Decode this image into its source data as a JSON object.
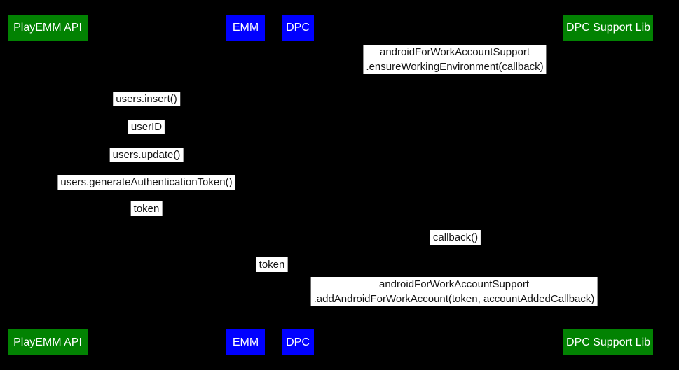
{
  "diagram": {
    "type": "sequence",
    "background_color": "#000000",
    "message_label_bg": "#ffffff",
    "message_text_color": "#141414",
    "actor_text_color": "#ffffff",
    "actors": [
      {
        "id": "playemm",
        "label": "PlayEMM API",
        "color": "#028202"
      },
      {
        "id": "emm",
        "label": "EMM",
        "color": "#0000ff"
      },
      {
        "id": "dpc",
        "label": "DPC",
        "color": "#0000ff"
      },
      {
        "id": "dpcsl",
        "label": "DPC Support Lib",
        "color": "#028202"
      }
    ],
    "messages": [
      {
        "from": "DPC",
        "to": "DPC Support Lib",
        "lines": [
          "androidForWorkAccountSupport",
          ".ensureWorkingEnvironment(callback)"
        ]
      },
      {
        "from": "EMM",
        "to": "PlayEMM API",
        "lines": [
          "users.insert()"
        ]
      },
      {
        "from": "PlayEMM API",
        "to": "EMM",
        "lines": [
          "userID"
        ]
      },
      {
        "from": "EMM",
        "to": "PlayEMM API",
        "lines": [
          "users.update()"
        ]
      },
      {
        "from": "EMM",
        "to": "PlayEMM API",
        "lines": [
          "users.generateAuthenticationToken()"
        ]
      },
      {
        "from": "PlayEMM API",
        "to": "EMM",
        "lines": [
          "token"
        ]
      },
      {
        "from": "DPC Support Lib",
        "to": "DPC",
        "lines": [
          "callback()"
        ]
      },
      {
        "from": "EMM",
        "to": "DPC",
        "lines": [
          "token"
        ]
      },
      {
        "from": "DPC",
        "to": "DPC Support Lib",
        "lines": [
          "androidForWorkAccountSupport",
          ".addAndroidForWorkAccount(token, accountAddedCallback)"
        ]
      }
    ]
  }
}
